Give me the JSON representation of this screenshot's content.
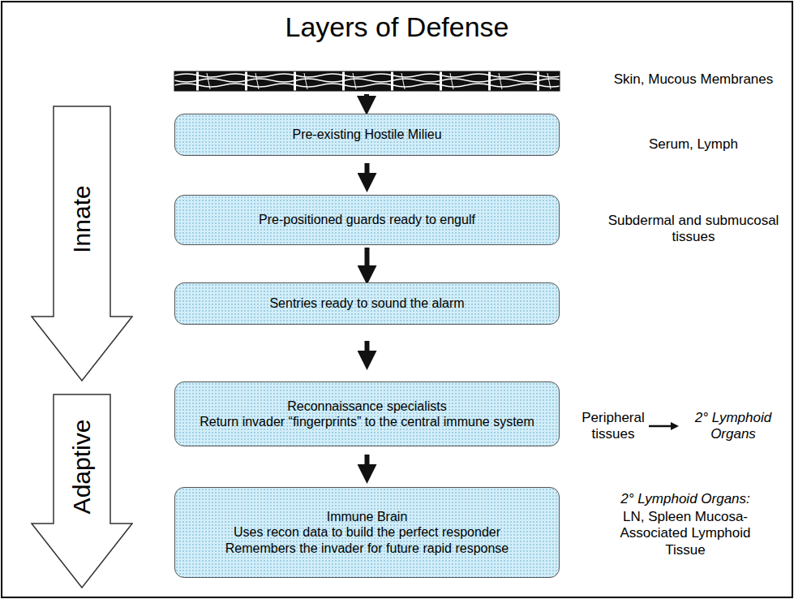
{
  "diagram": {
    "title": "Layers of Defense",
    "nodes": [
      {
        "text": [
          "Pre-existing Hostile Milieu"
        ]
      },
      {
        "text": [
          "Pre-positioned guards ready to engulf"
        ]
      },
      {
        "text": [
          "Sentries ready to sound the alarm"
        ]
      },
      {
        "text": [
          "Reconnaissance specialists",
          "Return invader “fingerprints” to the central immune system"
        ]
      },
      {
        "text": [
          "Immune Brain",
          "Uses recon data to build the perfect responder",
          "Remembers the invader for future rapid response"
        ]
      },
      {
        "text": [
          "Innate"
        ]
      },
      {
        "text": [
          "Adaptive"
        ]
      }
    ],
    "edges": [
      {
        "from": 0,
        "to": 1,
        "arrow": "to"
      },
      {
        "from": 1,
        "to": 2,
        "arrow": "to"
      },
      {
        "from": 2,
        "to": 3,
        "arrow": "to"
      },
      {
        "from": 3,
        "to": 4,
        "arrow": "to"
      }
    ],
    "labels": [
      "Skin, Mucous Membranes",
      "Serum, Lymph",
      "Subdermal and submucosal tissues",
      "Peripheral tissues",
      "2° Lymphoid Organs",
      "2° Lymphoid Organs:",
      "LN, Spleen Mucosa-Associated Lymphoid Tissue"
    ]
  }
}
